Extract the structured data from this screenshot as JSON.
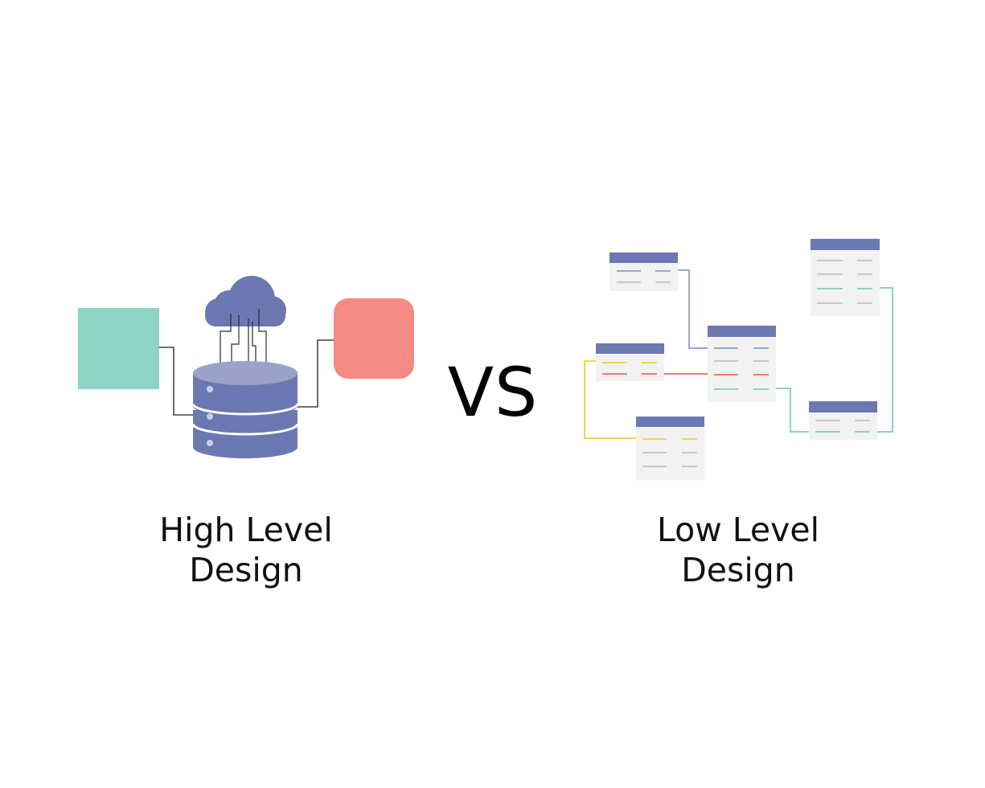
{
  "left": {
    "title_line1": "High Level",
    "title_line2": "Design"
  },
  "vs_text": "VS",
  "right": {
    "title_line1": "Low Level",
    "title_line2": "Design"
  },
  "colors": {
    "teal": "#8dd3c6",
    "salmon": "#f58a82",
    "slate": "#6c78b1",
    "slate_light": "#9aa2c9",
    "card_bg": "#f2f2f2",
    "yellow": "#f5d449",
    "red": "#f07a6e",
    "gray_line": "#c8c8c8",
    "blue_line": "#9aa6cd"
  },
  "icons": {
    "left_box": "teal-square",
    "right_box": "salmon-rounded-square",
    "cloud": "cloud-icon",
    "database": "database-icon"
  }
}
